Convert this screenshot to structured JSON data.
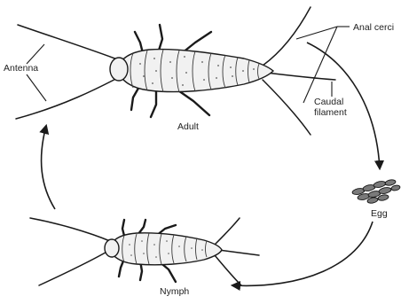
{
  "diagram": {
    "labels": {
      "antenna": "Antenna",
      "anal_cerci": "Anal cerci",
      "caudal_filament_line1": "Caudal",
      "caudal_filament_line2": "filament",
      "adult": "Adult",
      "egg": "Egg",
      "nymph": "Nymph"
    },
    "stages": [
      "Adult",
      "Egg",
      "Nymph"
    ],
    "style": {
      "ink": "#1a1a1a",
      "body_fill": "#f1f1f1",
      "egg_fill": "#7a7a7a",
      "background": "#ffffff"
    }
  }
}
